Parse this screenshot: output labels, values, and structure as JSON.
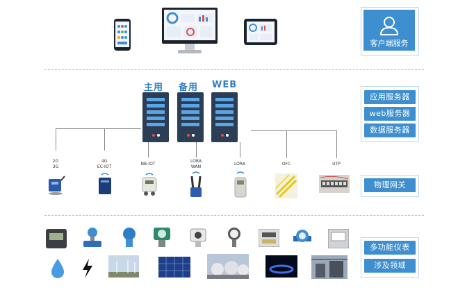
{
  "client_layer": {
    "label": "客户端服务",
    "icon": "user-icon"
  },
  "server_layer": {
    "titles": [
      "主用",
      "备用",
      "WEB"
    ],
    "labels": [
      "应用服务器",
      "web服务器",
      "数据服务器"
    ]
  },
  "gateway_layer": {
    "label": "物理网关",
    "protocols": [
      {
        "line1": "2G",
        "line2": "3G"
      },
      {
        "line1": "4G",
        "line2": "EC-IOT"
      },
      {
        "line1": "NB-IOT",
        "line2": ""
      },
      {
        "line1": "LORA",
        "line2": "WAN"
      },
      {
        "line1": "LORA",
        "line2": ""
      },
      {
        "line1": "OFC",
        "line2": ""
      },
      {
        "line1": "UTP",
        "line2": ""
      }
    ]
  },
  "device_layer": {
    "labels": [
      "多功能仪表",
      "涉及领域"
    ]
  },
  "colors": {
    "accent": "#3d8fd0",
    "server_body": "#2c3e55",
    "server_bar": "#5aa6e6"
  }
}
